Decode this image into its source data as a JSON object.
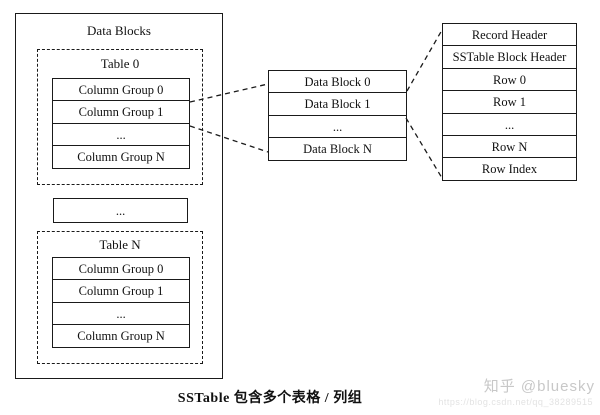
{
  "diagram": {
    "left_panel": {
      "title": "Data Blocks",
      "table0": {
        "title": "Table 0",
        "rows": [
          "Column Group 0",
          "Column Group 1",
          "...",
          "Column Group N"
        ]
      },
      "ellipsis_row": "...",
      "tableN": {
        "title": "Table N",
        "rows": [
          "Column Group 0",
          "Column Group 1",
          "...",
          "Column Group N"
        ]
      }
    },
    "middle_panel": {
      "rows": [
        "Data Block 0",
        "Data Block 1",
        "...",
        "Data Block N"
      ]
    },
    "right_panel": {
      "rows": [
        "Record Header",
        "SSTable Block Header",
        "Row 0",
        "Row 1",
        "...",
        "Row N",
        "Row Index"
      ]
    },
    "caption": "SSTable 包含多个表格 / 列组",
    "watermark": {
      "brand": "知乎 @bluesky",
      "url": "https://blog.csdn.net/qq_38289515"
    },
    "colors": {
      "line": "#1a1a1a",
      "background": "#ffffff",
      "watermark_brand": "#c8c8c8",
      "watermark_url": "#e3e3e3"
    }
  }
}
